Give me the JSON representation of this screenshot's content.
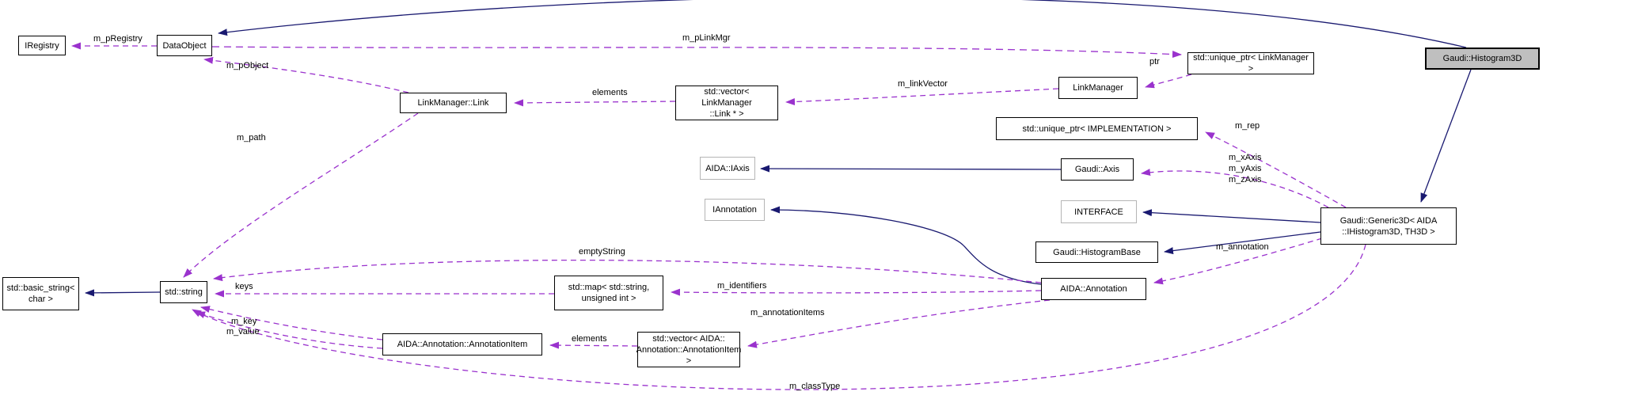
{
  "diagram_type": "class-collaboration-graph",
  "colors": {
    "inheritance_edge": "#191970",
    "usage_edge": "#9a32cd",
    "node_fill": "#ffffff",
    "main_node_fill": "#bfbfbf",
    "node_border": "#000000",
    "external_node_border": "#b5b5b5"
  },
  "nodes": {
    "iregistry": {
      "label": "IRegistry"
    },
    "dataobject": {
      "label": "DataObject"
    },
    "linkmanager_link": {
      "label": "LinkManager::Link"
    },
    "vector_linkmanager": {
      "label": "std::vector< LinkManager\n::Link * >"
    },
    "linkmanager": {
      "label": "LinkManager"
    },
    "unique_ptr_linkmanager": {
      "label": "std::unique_ptr< LinkManager >"
    },
    "histogram3d": {
      "label": "Gaudi::Histogram3D"
    },
    "unique_ptr_implementation": {
      "label": "std::unique_ptr< IMPLEMENTATION >"
    },
    "aida_iaxis": {
      "label": "AIDA::IAxis"
    },
    "gaudi_axis": {
      "label": "Gaudi::Axis"
    },
    "iannotation": {
      "label": "IAnnotation"
    },
    "interface": {
      "label": "INTERFACE"
    },
    "histogrambase": {
      "label": "Gaudi::HistogramBase"
    },
    "generic3d": {
      "label": "Gaudi::Generic3D< AIDA\n::IHistogram3D, TH3D >"
    },
    "basic_string": {
      "label": "std::basic_string<\nchar >"
    },
    "std_string": {
      "label": "std::string"
    },
    "std_map": {
      "label": "std::map< std::string,\nunsigned int >"
    },
    "aida_annotation": {
      "label": "AIDA::Annotation"
    },
    "annotation_item": {
      "label": "AIDA::Annotation::AnnotationItem"
    },
    "vector_annotation_item": {
      "label": "std::vector< AIDA::\nAnnotation::AnnotationItem >"
    }
  },
  "edge_labels": {
    "m_pRegistry": "m_pRegistry",
    "m_pObject": "m_pObject",
    "m_pLinkMgr": "m_pLinkMgr",
    "elements_link": "elements",
    "m_linkVector": "m_linkVector",
    "ptr": "ptr",
    "m_rep": "m_rep",
    "m_xAxis": "m_xAxis",
    "m_yAxis": "m_yAxis",
    "m_zAxis": "m_zAxis",
    "m_annotation": "m_annotation",
    "m_identifiers": "m_identifiers",
    "m_annotationItems": "m_annotationItems",
    "elements_item": "elements",
    "m_key": "m_key",
    "m_value": "m_value",
    "keys": "keys",
    "emptyString": "emptyString",
    "m_path": "m_path",
    "m_classType": "m_classType"
  }
}
